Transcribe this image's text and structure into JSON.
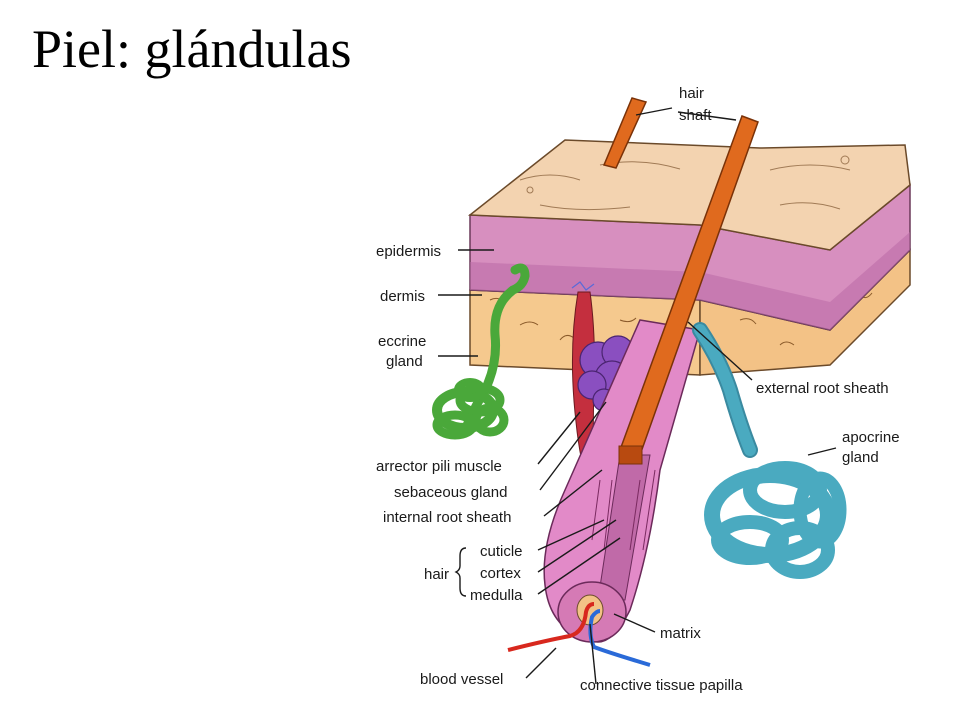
{
  "title": "Piel: glándulas",
  "labels": {
    "hair_shaft_1": "hair",
    "hair_shaft_2": "shaft",
    "epidermis": "epidermis",
    "dermis": "dermis",
    "eccrine_1": "eccrine",
    "eccrine_2": "gland",
    "external_root_sheath": "external root sheath",
    "apocrine_1": "apocrine",
    "apocrine_2": "gland",
    "arrector_pili": "arrector pili muscle",
    "sebaceous": "sebaceous gland",
    "internal_root_sheath": "internal root sheath",
    "hair": "hair",
    "cuticle": "cuticle",
    "cortex": "cortex",
    "medulla": "medulla",
    "matrix": "matrix",
    "blood_vessel": "blood vessel",
    "papilla": "connective tissue papilla"
  },
  "colors": {
    "surface": "#f3d3b0",
    "epidermis": "#d78fbf",
    "dermis": "#f5c98e",
    "hair_shaft": "#e06a1e",
    "follicle": "#e28ac8",
    "eccrine": "#4aa83a",
    "apocrine": "#4aaac0",
    "sebaceous": "#8a4fc0",
    "muscle": "#c42f3e",
    "artery": "#d8281e",
    "vein": "#2a6ad8"
  }
}
